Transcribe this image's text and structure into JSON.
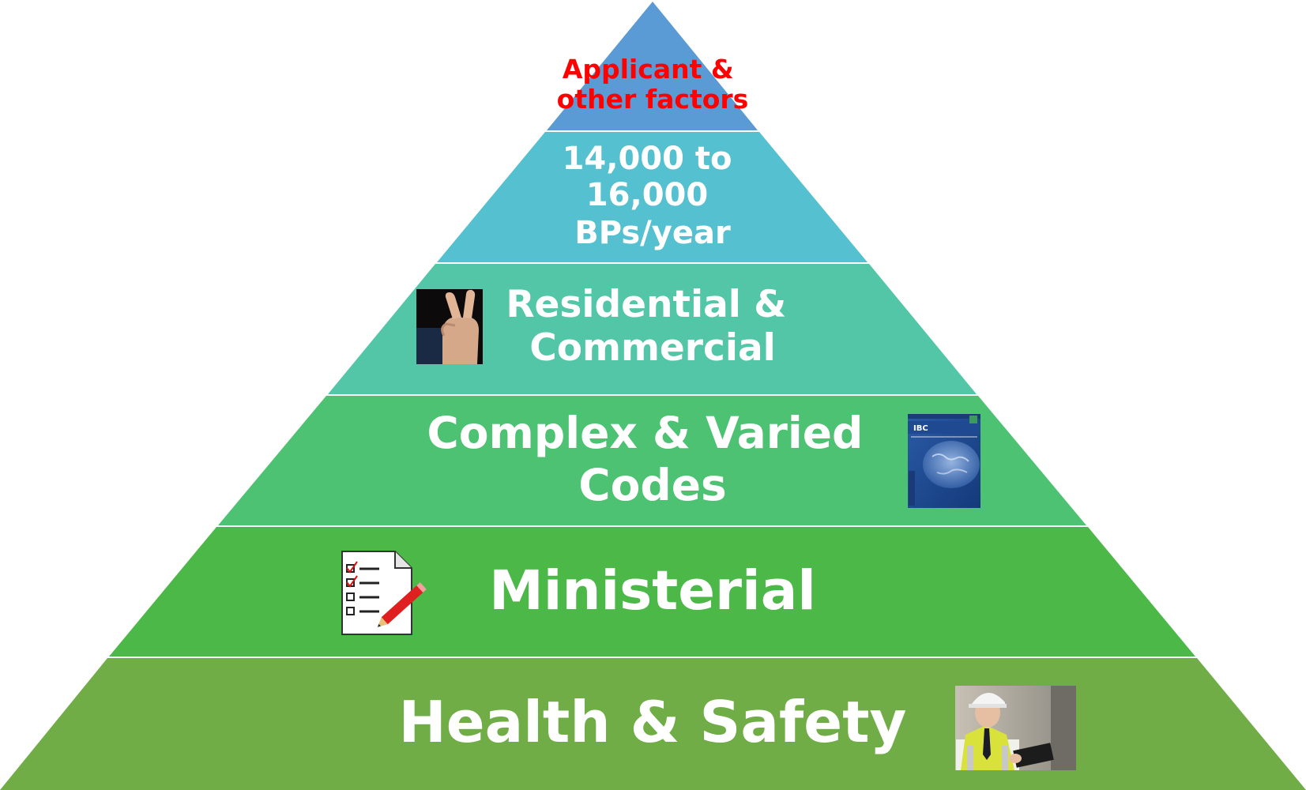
{
  "pyramid": {
    "tiers": [
      {
        "id": "apex",
        "lines": [
          "Applicant &",
          "other factors"
        ],
        "fill": "#5b9bd5",
        "text_color": "#ff0000"
      },
      {
        "id": "volume",
        "lines": [
          "14,000 to",
          "16,000",
          "BPs/year"
        ],
        "fill": "#55c0cf"
      },
      {
        "id": "residential",
        "lines": [
          "Residential &",
          "Commercial"
        ],
        "fill": "#53c6a8",
        "icon": "peace-hand-photo"
      },
      {
        "id": "codes",
        "lines": [
          "Complex & Varied",
          "Codes"
        ],
        "fill": "#4dc273",
        "icon": "ibc-code-book-photo",
        "book_label": "IBC"
      },
      {
        "id": "ministerial",
        "lines": [
          "Ministerial"
        ],
        "fill": "#4bb848",
        "icon": "checklist-pencil-icon"
      },
      {
        "id": "health",
        "lines": [
          "Health & Safety"
        ],
        "fill": "#70ad47",
        "icon": "inspector-photo"
      }
    ]
  }
}
